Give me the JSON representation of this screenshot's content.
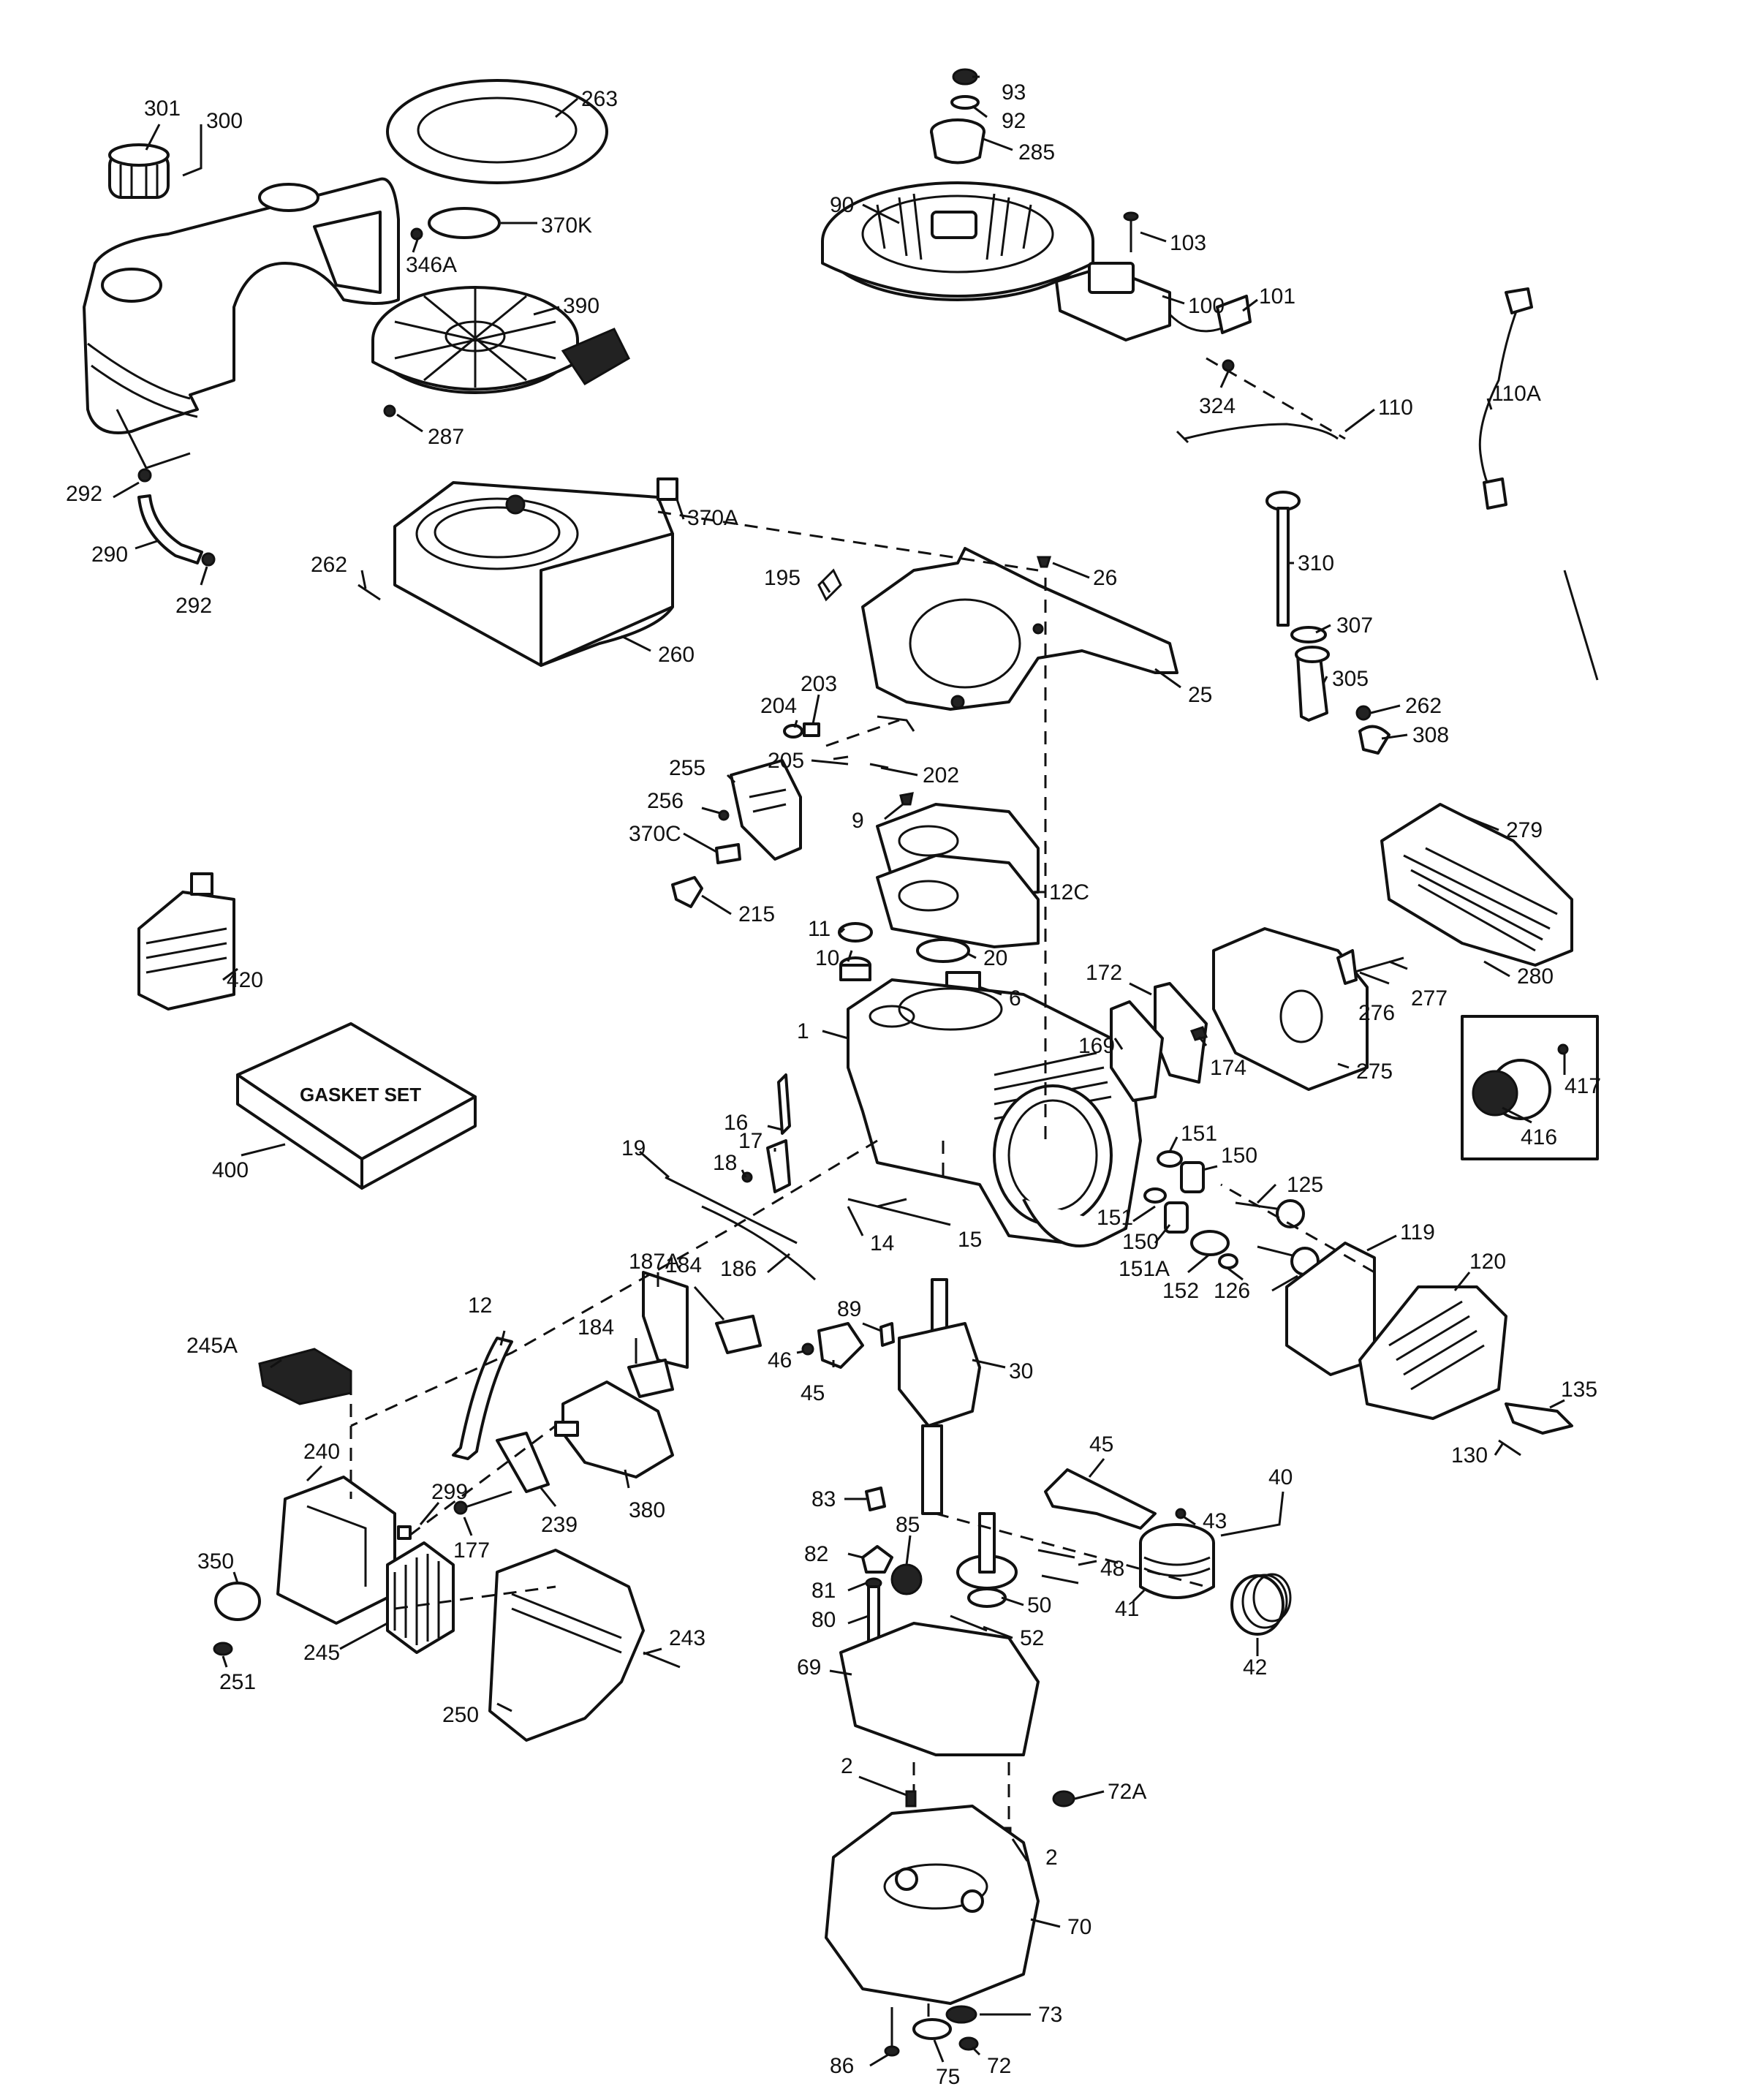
{
  "gasket_box_label": "GASKET SET",
  "callouts": {
    "c301": "301",
    "c300": "300",
    "c263": "263",
    "c93": "93",
    "c92": "92",
    "c285": "285",
    "c90": "90",
    "c103": "103",
    "c100": "100",
    "c101": "101",
    "c370K": "370K",
    "c346A": "346A",
    "c390": "390",
    "c287": "287",
    "c324": "324",
    "c110": "110",
    "c110A": "110A",
    "c292a": "292",
    "c290": "290",
    "c292b": "292",
    "c370A": "370A",
    "c262a": "262",
    "c260": "260",
    "c195": "195",
    "c26": "26",
    "c25": "25",
    "c310": "310",
    "c307": "307",
    "c305": "305",
    "c262b": "262",
    "c308": "308",
    "c204": "204",
    "c203": "203",
    "c205": "205",
    "c202": "202",
    "c255": "255",
    "c256": "256",
    "c370C": "370C",
    "c215": "215",
    "c9": "9",
    "c12C": "12C",
    "c279": "279",
    "c280": "280",
    "c420": "420",
    "c11": "11",
    "c10": "10",
    "c20": "20",
    "c6": "6",
    "c172": "172",
    "c169": "169",
    "c174": "174",
    "c275": "275",
    "c276": "276",
    "c277": "277",
    "c417": "417",
    "c416": "416",
    "c1": "1",
    "c400": "400",
    "c16": "16",
    "c17": "17",
    "c18": "18",
    "c19": "19",
    "c14": "14",
    "c15": "15",
    "c151a": "151",
    "c150a": "150",
    "c125": "125",
    "c151b": "151",
    "c150b": "150",
    "c151A": "151A",
    "c152": "152",
    "c126": "126",
    "c119": "119",
    "c120": "120",
    "c186": "186",
    "c187A": "187A",
    "c184a": "184",
    "c184b": "184",
    "c12": "12",
    "c245A": "245A",
    "c89": "89",
    "c30": "30",
    "c46": "46",
    "c45a": "45",
    "c45b": "45",
    "c135": "135",
    "c130": "130",
    "c240": "240",
    "c299": "299",
    "c177": "177",
    "c239": "239",
    "c380": "380",
    "c83": "83",
    "c43": "43",
    "c40": "40",
    "c85": "85",
    "c82": "82",
    "c48": "48",
    "c350": "350",
    "c81": "81",
    "c50": "50",
    "c41": "41",
    "c80": "80",
    "c52": "52",
    "c42": "42",
    "c251": "251",
    "c245": "245",
    "c243": "243",
    "c69": "69",
    "c250": "250",
    "c2a": "2",
    "c72A": "72A",
    "c2b": "2",
    "c70": "70",
    "c73": "73",
    "c86": "86",
    "c75": "75",
    "c72": "72"
  }
}
